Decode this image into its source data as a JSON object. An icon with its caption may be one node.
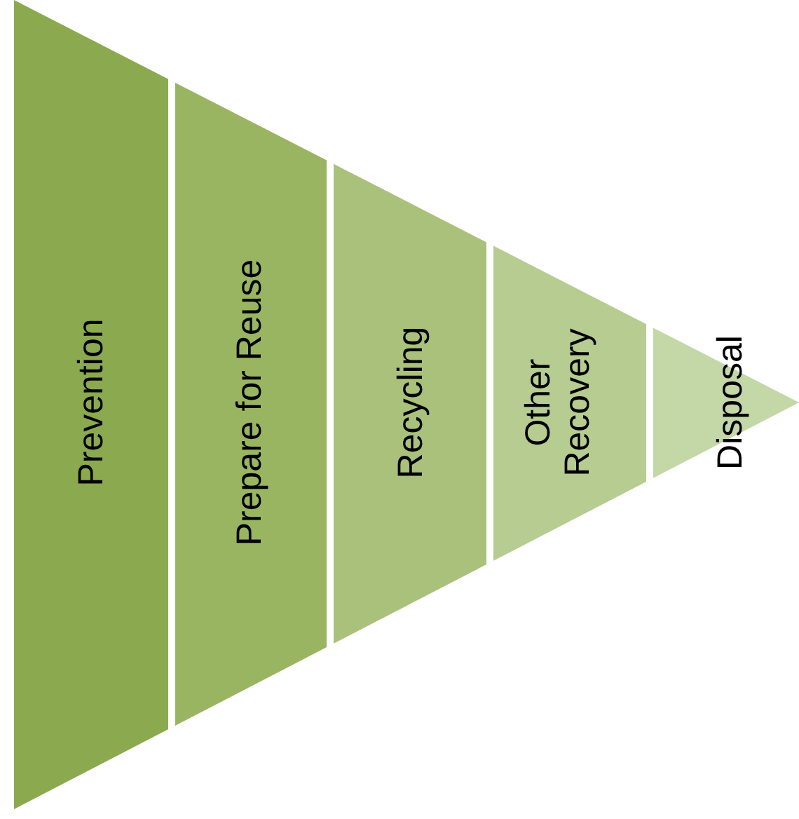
{
  "diagram": {
    "nodes": [
      {
        "text": [
          "Prevention"
        ]
      },
      {
        "text": [
          "Prepare for Reuse"
        ]
      },
      {
        "text": [
          "Recycling"
        ]
      },
      {
        "text": [
          "Other Recovery"
        ]
      },
      {
        "text": [
          "Disposal"
        ]
      }
    ]
  }
}
